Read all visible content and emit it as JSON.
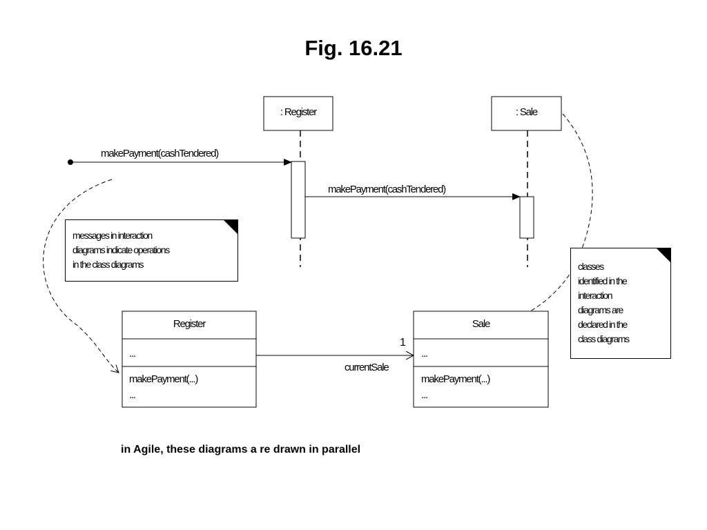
{
  "title": "Fig. 16.21",
  "sequence": {
    "lifelines": [
      {
        "label": ": Register"
      },
      {
        "label": ": Sale"
      }
    ],
    "messages": [
      {
        "label": "makePayment(cashTendered)"
      },
      {
        "label": "makePayment(cashTendered)"
      }
    ]
  },
  "notes": {
    "operations": {
      "lines": [
        "messages in interaction",
        "diagrams indicate operations",
        "in the class diagrams"
      ]
    },
    "classes": {
      "lines": [
        "classes",
        "identified in the",
        "interaction",
        "diagrams are",
        "declared in the",
        "class diagrams"
      ]
    }
  },
  "classes": {
    "register": {
      "name": "Register",
      "attributes": "...",
      "operations": [
        "makePayment(...)",
        "..."
      ]
    },
    "sale": {
      "name": "Sale",
      "attributes": "...",
      "operations": [
        "makePayment(...)",
        "..."
      ]
    }
  },
  "association": {
    "multiplicity": "1",
    "role": "currentSale"
  },
  "caption": "in Agile, these diagrams a re drawn in parallel"
}
